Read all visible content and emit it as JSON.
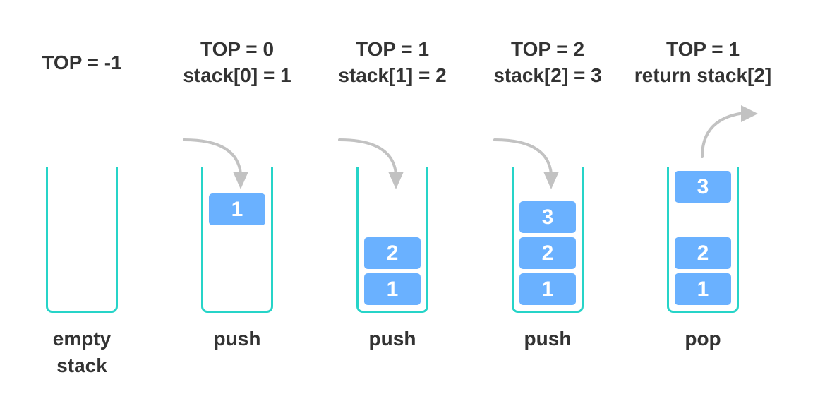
{
  "colors": {
    "container": "#26d4c8",
    "block": "#6ab1ff",
    "arrow": "#c2c2c2",
    "text": "#333333"
  },
  "stages": [
    {
      "caption": [
        "TOP = -1"
      ],
      "label": [
        "empty",
        "stack"
      ],
      "operation": "none",
      "blocks": []
    },
    {
      "caption": [
        "TOP = 0",
        "stack[0] = 1"
      ],
      "label": [
        "push"
      ],
      "operation": "push",
      "blocks": [
        "1"
      ]
    },
    {
      "caption": [
        "TOP = 1",
        "stack[1] = 2"
      ],
      "label": [
        "push"
      ],
      "operation": "push",
      "blocks": [
        "1",
        "2"
      ]
    },
    {
      "caption": [
        "TOP = 2",
        "stack[2] = 3"
      ],
      "label": [
        "push"
      ],
      "operation": "push",
      "blocks": [
        "1",
        "2",
        "3"
      ]
    },
    {
      "caption": [
        "TOP = 1",
        "return stack[2]"
      ],
      "label": [
        "pop"
      ],
      "operation": "pop",
      "blocks": [
        "1",
        "2",
        "3"
      ]
    }
  ]
}
